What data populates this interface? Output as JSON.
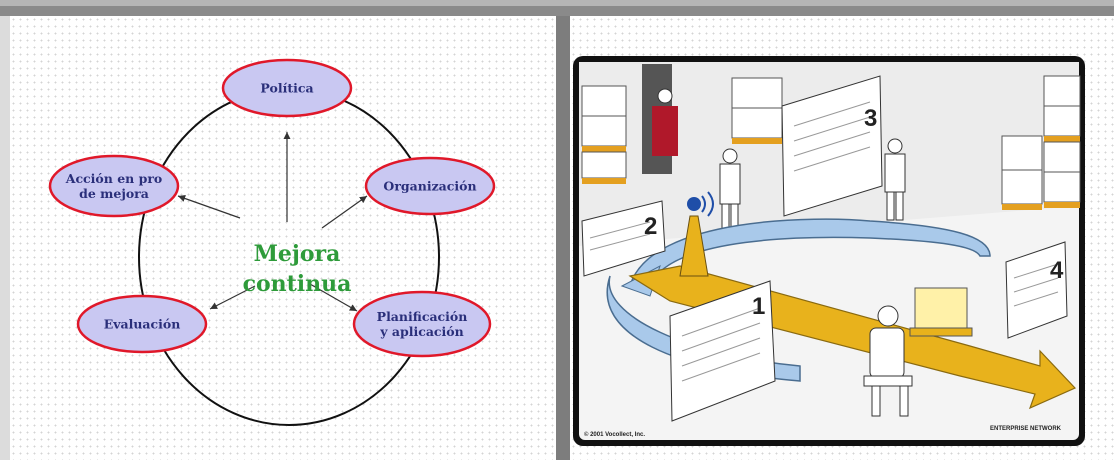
{
  "left_diagram": {
    "center_label_line1": "Mejora",
    "center_label_line2": "continua",
    "nodes": [
      {
        "id": "politica",
        "line1": "Política",
        "line2": ""
      },
      {
        "id": "organizacion",
        "line1": "Organización",
        "line2": ""
      },
      {
        "id": "planificacion",
        "line1": "Planificación",
        "line2": "y aplicación"
      },
      {
        "id": "evaluacion",
        "line1": "Evaluación",
        "line2": ""
      },
      {
        "id": "accion",
        "line1": "Acción en pro",
        "line2": "de mejora"
      }
    ]
  },
  "right_illustration": {
    "step_numbers": [
      "1",
      "2",
      "3",
      "4"
    ],
    "footer_left": "© 2001 Vocollect, Inc.",
    "footer_right": "ENTERPRISE NETWORK"
  },
  "colors": {
    "node_fill": "#c9c8f2",
    "node_border": "#e0182a",
    "node_text": "#2a2f7a",
    "center_text": "#2e9b3a",
    "arrow_blue": "#a9c9ea",
    "arrow_yellow": "#e8b21c"
  }
}
